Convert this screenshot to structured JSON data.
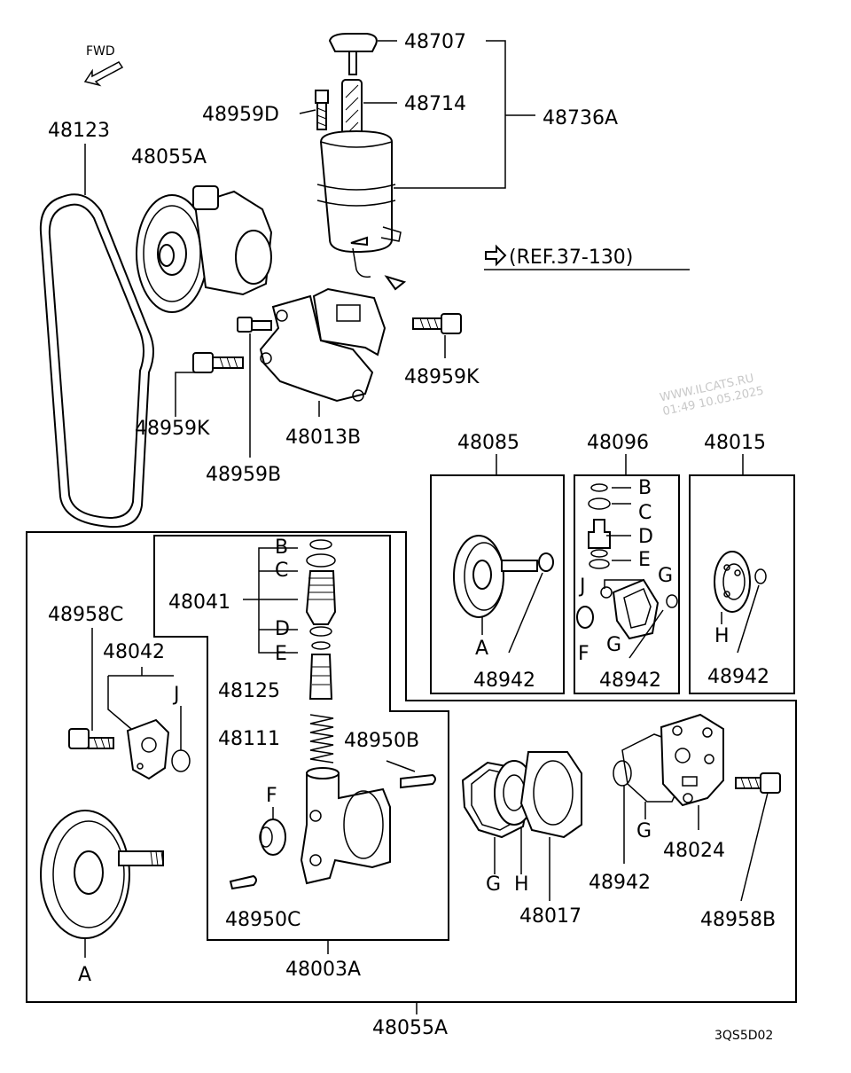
{
  "labels": {
    "fwd": "FWD",
    "p48707": "48707",
    "p48714": "48714",
    "p48736A": "48736A",
    "p48959D": "48959D",
    "p48123": "48123",
    "p48055A_top": "48055A",
    "ref": "(REF.37-130)",
    "p48959K_left": "48959K",
    "p48959K_right": "48959K",
    "p48013B": "48013B",
    "p48959B": "48959B",
    "p48085": "48085",
    "p48096": "48096",
    "p48015": "48015",
    "box1_A": "A",
    "box1_48942": "48942",
    "box2_B": "B",
    "box2_C": "C",
    "box2_D": "D",
    "box2_E": "E",
    "box2_J": "J",
    "box2_G1": "G",
    "box2_F": "F",
    "box2_G2": "G",
    "box2_48942": "48942",
    "box3_H": "H",
    "box3_48942": "48942",
    "main_B": "B",
    "main_C": "C",
    "p48041": "48041",
    "main_D": "D",
    "main_E": "E",
    "p48125": "48125",
    "p48111": "48111",
    "p48950B": "48950B",
    "p48958C": "48958C",
    "p48042": "48042",
    "main_J": "J",
    "main_F": "F",
    "p48950C": "48950C",
    "main_A": "A",
    "p48003A": "48003A",
    "p48055A_bottom": "48055A",
    "main_G1": "G",
    "main_H": "H",
    "p48017": "48017",
    "p48942_bottom": "48942",
    "main_G2": "G",
    "p48024": "48024",
    "p48958B": "48958B",
    "code": "3QS5D02"
  },
  "watermark": {
    "line1": "WWW.ILCATS.RU",
    "line2": "01:49 10.05.2025"
  }
}
